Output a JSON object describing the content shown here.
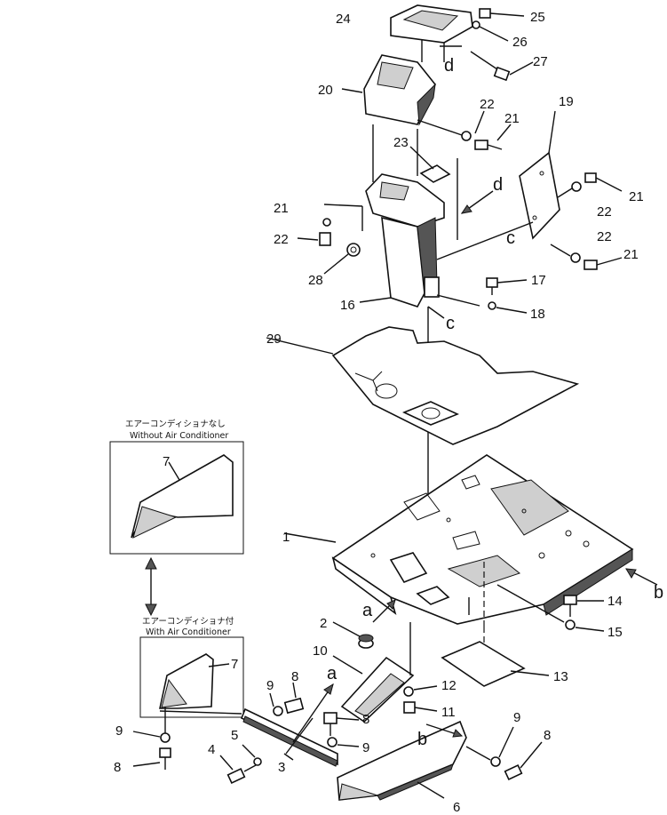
{
  "callouts": [
    {
      "id": "c24",
      "text": "24"
    },
    {
      "id": "c25",
      "text": "25"
    },
    {
      "id": "c26",
      "text": "26"
    },
    {
      "id": "c27",
      "text": "27"
    },
    {
      "id": "c20",
      "text": "20"
    },
    {
      "id": "c22a",
      "text": "22"
    },
    {
      "id": "c21a",
      "text": "21"
    },
    {
      "id": "c19",
      "text": "19"
    },
    {
      "id": "c23",
      "text": "23"
    },
    {
      "id": "c21b",
      "text": "21"
    },
    {
      "id": "c22b",
      "text": "22"
    },
    {
      "id": "c21c",
      "text": "21"
    },
    {
      "id": "c22c",
      "text": "22"
    },
    {
      "id": "c28",
      "text": "28"
    },
    {
      "id": "c22d",
      "text": "22"
    },
    {
      "id": "c21d",
      "text": "21"
    },
    {
      "id": "c17",
      "text": "17"
    },
    {
      "id": "c16",
      "text": "16"
    },
    {
      "id": "c18",
      "text": "18"
    },
    {
      "id": "c29",
      "text": "29"
    },
    {
      "id": "c7a",
      "text": "7"
    },
    {
      "id": "c1",
      "text": "1"
    },
    {
      "id": "c14",
      "text": "14"
    },
    {
      "id": "c15",
      "text": "15"
    },
    {
      "id": "c2",
      "text": "2"
    },
    {
      "id": "c7b",
      "text": "7"
    },
    {
      "id": "c10",
      "text": "10"
    },
    {
      "id": "c13",
      "text": "13"
    },
    {
      "id": "c9a",
      "text": "9"
    },
    {
      "id": "c8a",
      "text": "8"
    },
    {
      "id": "c12",
      "text": "12"
    },
    {
      "id": "c11",
      "text": "11"
    },
    {
      "id": "c8b",
      "text": "8"
    },
    {
      "id": "c9b",
      "text": "9"
    },
    {
      "id": "c9c",
      "text": "9"
    },
    {
      "id": "c5",
      "text": "5"
    },
    {
      "id": "c9d",
      "text": "9"
    },
    {
      "id": "c8c",
      "text": "8"
    },
    {
      "id": "c4",
      "text": "4"
    },
    {
      "id": "c8d",
      "text": "8"
    },
    {
      "id": "c3",
      "text": "3"
    },
    {
      "id": "c6",
      "text": "6"
    }
  ],
  "ref_letters": [
    {
      "id": "d1",
      "text": "d"
    },
    {
      "id": "d2",
      "text": "d"
    },
    {
      "id": "c_1",
      "text": "c"
    },
    {
      "id": "c_2",
      "text": "c"
    },
    {
      "id": "a1",
      "text": "a"
    },
    {
      "id": "a2",
      "text": "a"
    },
    {
      "id": "b1",
      "text": "b"
    },
    {
      "id": "b2",
      "text": "b"
    }
  ],
  "insets": {
    "without_ac": {
      "jp": "エアーコンディショナなし",
      "en": "Without Air Conditioner"
    },
    "with_ac": {
      "jp": "エアーコンディショナ付",
      "en": "With Air Conditioner"
    }
  }
}
